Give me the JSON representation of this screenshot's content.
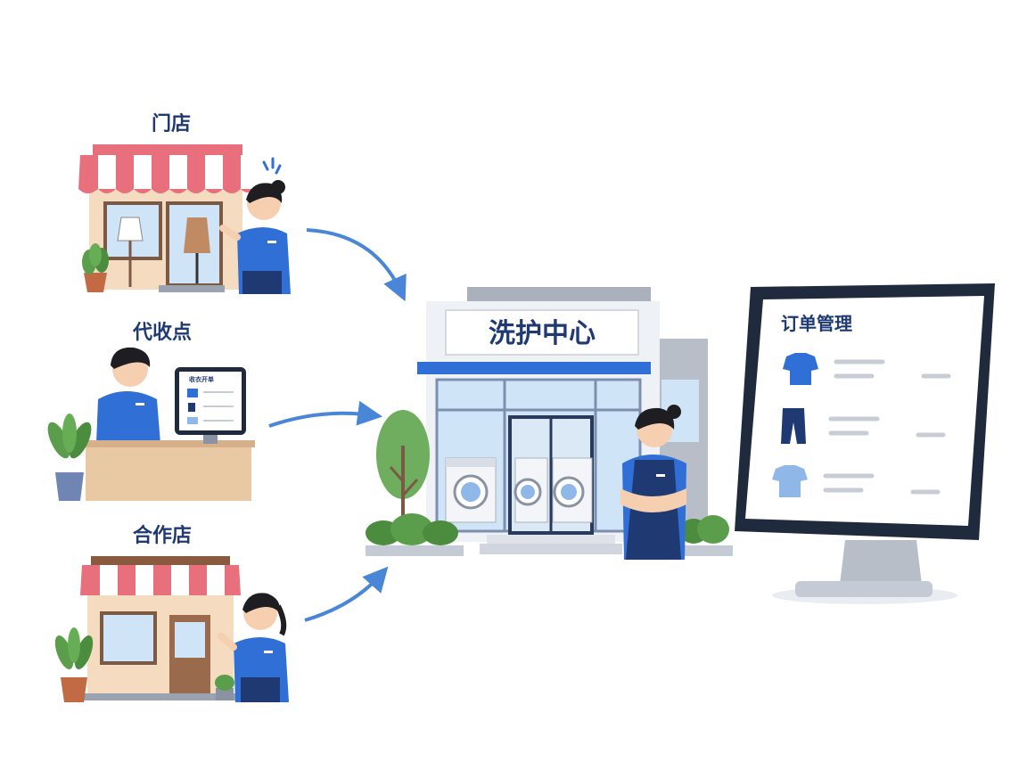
{
  "sources": [
    {
      "label": "门店"
    },
    {
      "label": "代收点"
    },
    {
      "label": "合作店"
    }
  ],
  "kiosk_screen": {
    "title": "收衣开单"
  },
  "center": {
    "sign": "洗护中心"
  },
  "monitor": {
    "title": "订单管理"
  },
  "colors": {
    "accent_blue": "#2f6fd6",
    "navy": "#1f3a73",
    "awning_red": "#e8707c",
    "arrow_blue": "#4a86d8"
  }
}
